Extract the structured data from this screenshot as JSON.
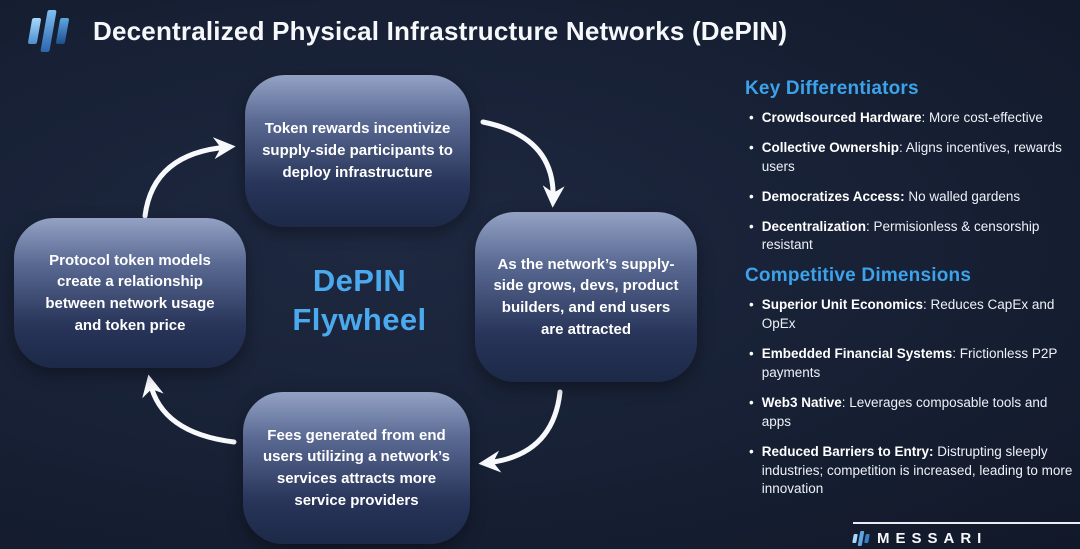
{
  "header": {
    "title": "Decentralized Physical Infrastructure Networks (DePIN)"
  },
  "flywheel": {
    "center_line1": "DePIN",
    "center_line2": "Flywheel",
    "top": {
      "text": "Token rewards incentivize supply-side participants to deploy infrastructure"
    },
    "right": {
      "text": "As the network’s supply-side grows, devs, product builders, and end users are attracted"
    },
    "bottom": {
      "text": "Fees generated from end users utilizing a network’s services attracts more service providers"
    },
    "left": {
      "text": "Protocol token models create a relationship between network usage and token price"
    }
  },
  "panel": {
    "bullet_char": "•",
    "sections": [
      {
        "heading": "Key Differentiators",
        "items": [
          {
            "term": "Crowdsourced Hardware",
            "desc": ": More cost-effective"
          },
          {
            "term": "Collective Ownership",
            "desc": ": Aligns incentives, rewards users"
          },
          {
            "term": "Democratizes Access:",
            "desc": " No walled gardens"
          },
          {
            "term": "Decentralization",
            "desc": ": Permisionless & censorship resistant"
          }
        ]
      },
      {
        "heading": "Competitive Dimensions",
        "items": [
          {
            "term": "Superior Unit Economics",
            "desc": ": Reduces CapEx and OpEx"
          },
          {
            "term": "Embedded Financial Systems",
            "desc": ": Frictionless P2P payments"
          },
          {
            "term": "Web3 Native",
            "desc": ": Leverages composable tools and apps"
          },
          {
            "term": "Reduced Barriers to Entry:",
            "desc": " Distrupting sleeply industries; competition is increased, leading to more innovation"
          }
        ]
      }
    ]
  },
  "footer": {
    "wordmark": "MESSARI"
  },
  "colors": {
    "background": "#172034",
    "accent_blue": "#3CA2EA",
    "center_text_blue": "#4BA9ED",
    "arrow_white": "#F7F9FC",
    "box_gradient_top": "#93A2C4",
    "box_gradient_bottom": "#1D2947"
  }
}
